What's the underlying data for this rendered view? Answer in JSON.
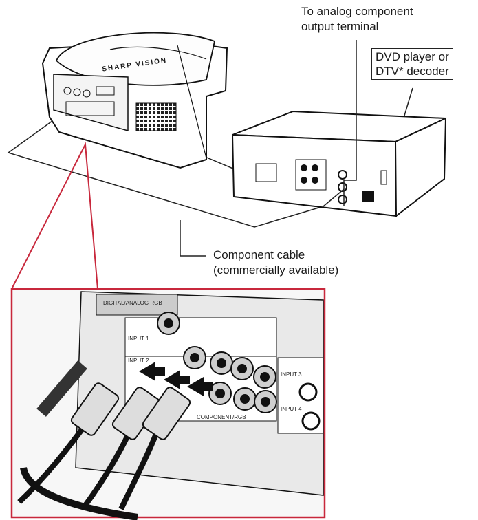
{
  "labels": {
    "terminal_line1": "To analog component",
    "terminal_line2": "output terminal",
    "device_line1": "DVD player or",
    "device_line2": "DTV* decoder",
    "cable_line1": "Component cable",
    "cable_line2": "(commercially available)"
  },
  "projector": {
    "brand_mark": "SHARP VISION"
  },
  "panel": {
    "digital_input": "DIGITAL/ANALOG RGB",
    "input1": "INPUT 1",
    "input2": "INPUT 2",
    "input3": "INPUT 3",
    "input4": "INPUT 4",
    "section": "COMPONENT/RGB"
  },
  "colors": {
    "callout": "#c8283c",
    "line": "#1a1a1a"
  }
}
